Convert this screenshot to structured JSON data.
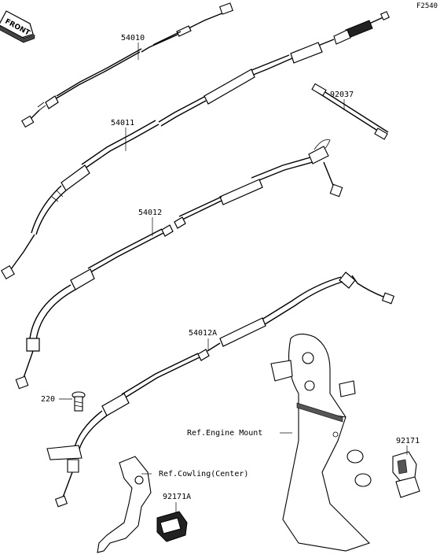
{
  "diagram_code": "F2540",
  "direction_tag": "FRONT",
  "parts": [
    {
      "number": "54010"
    },
    {
      "number": "54011"
    },
    {
      "number": "54012"
    },
    {
      "number": "54012A"
    },
    {
      "number": "92037"
    },
    {
      "number": "220"
    },
    {
      "number": "92171"
    },
    {
      "number": "92171A"
    }
  ],
  "references": [
    {
      "text": "Ref.Engine Mount"
    },
    {
      "text": "Ref.Cowling(Center)"
    }
  ]
}
